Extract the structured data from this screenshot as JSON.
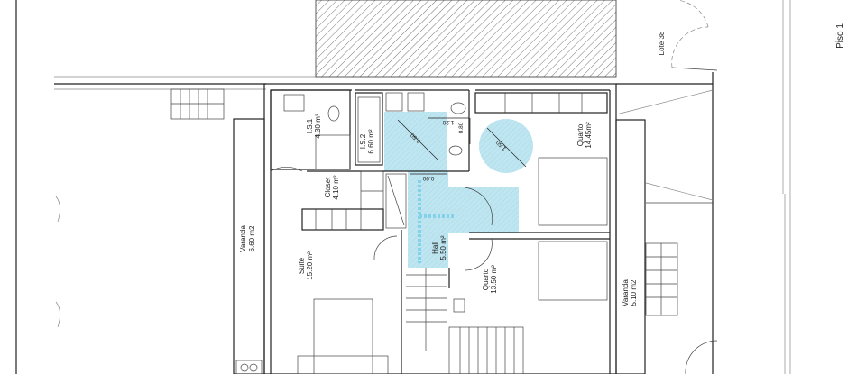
{
  "sheet": {
    "title": "Piso 1",
    "lot": "Lote 38"
  },
  "colors": {
    "accessibility_zone": "#a8dde9",
    "accessibility_path": "#6fcbe6",
    "walls": "#222222",
    "hatch": "#555555"
  },
  "rooms": [
    {
      "name": "I.S.1",
      "area": "4.30 m²"
    },
    {
      "name": "I.S.2",
      "area": "6.60 m²"
    },
    {
      "name": "Closet",
      "area": "4.10 m²"
    },
    {
      "name": "Suite",
      "area": "15.20 m²"
    },
    {
      "name": "Varanda",
      "area": "6.60 m2"
    },
    {
      "name": "Hall",
      "area": "5.50 m²"
    },
    {
      "name": "Quarto",
      "area": "13.50 m²"
    },
    {
      "name": "Quarto",
      "area": "14.45m²"
    },
    {
      "name": "Varanda",
      "area": "5.10 m2"
    }
  ],
  "dimensions": [
    "1.50",
    "1.50",
    "1.20",
    "0.80",
    "0.90"
  ]
}
